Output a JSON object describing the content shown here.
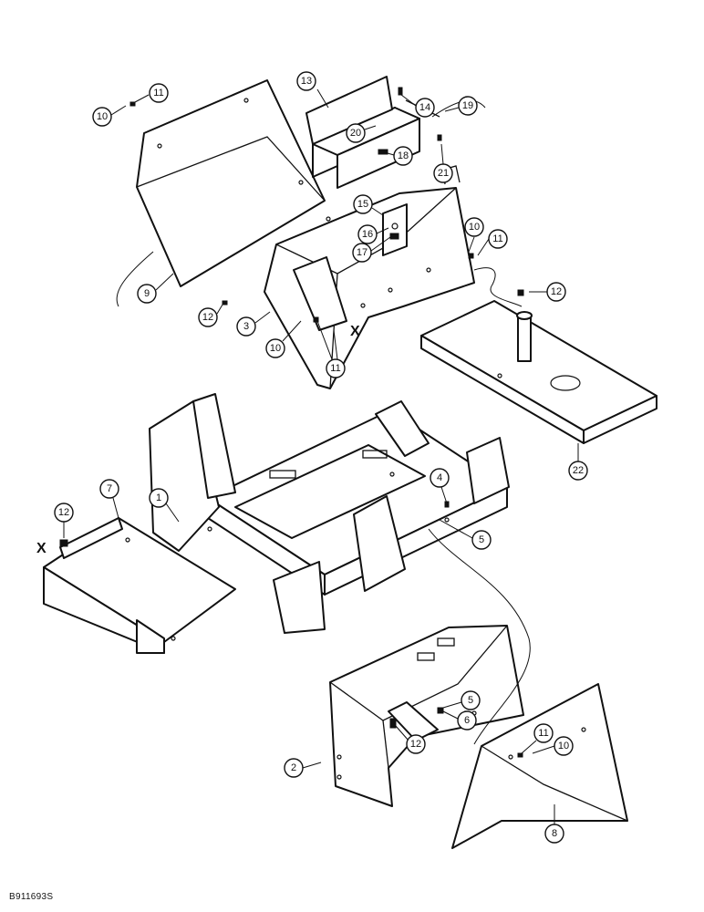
{
  "figure_code": "B911693S",
  "x_marker": "X",
  "callouts": [
    "1",
    "2",
    "3",
    "4",
    "5",
    "5",
    "6",
    "7",
    "8",
    "9",
    "10",
    "10",
    "10",
    "10",
    "11",
    "11",
    "11",
    "11",
    "12",
    "12",
    "12",
    "12",
    "13",
    "14",
    "15",
    "16",
    "17",
    "18",
    "19",
    "20",
    "21",
    "22"
  ]
}
